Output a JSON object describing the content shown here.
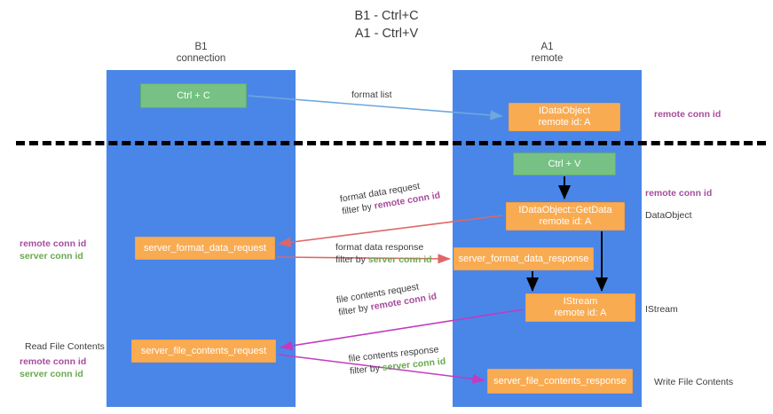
{
  "title": {
    "line1": "B1 - Ctrl+C",
    "line2": "A1 - Ctrl+V"
  },
  "lanes": [
    {
      "id": "left",
      "name": "B1",
      "role": "connection",
      "color": "#4a86e8"
    },
    {
      "id": "right",
      "name": "A1",
      "role": "remote",
      "color": "#4a86e8"
    }
  ],
  "divider": {
    "style": "dashed",
    "color": "#000000"
  },
  "nodes": {
    "ctrl_c": {
      "line1": "Ctrl + C",
      "line2": "",
      "color": "#76c183"
    },
    "idataobject": {
      "line1": "IDataObject",
      "line2": "remote id: A",
      "color": "#f9ab52"
    },
    "ctrl_v": {
      "line1": "Ctrl + V",
      "line2": "",
      "color": "#76c183"
    },
    "getdata": {
      "line1": "IDataObject::GetData",
      "line2": "remote id: A",
      "color": "#f9ab52"
    },
    "format_req": {
      "line1": "server_format_data_request",
      "line2": "",
      "color": "#f9ab52"
    },
    "format_resp": {
      "line1": "server_format_data_response",
      "line2": "",
      "color": "#f9ab52"
    },
    "istream": {
      "line1": "IStream",
      "line2": "remote id: A",
      "color": "#f9ab52"
    },
    "file_req": {
      "line1": "server_file_contents_request",
      "line2": "",
      "color": "#f9ab52"
    },
    "file_resp": {
      "line1": "server_file_contents_response",
      "line2": "",
      "color": "#f9ab52"
    }
  },
  "edge_labels": {
    "format_list": {
      "line1": "format list",
      "line2": "",
      "key2": ""
    },
    "format_data_req": {
      "line1": "format data request",
      "line2": "filter by ",
      "key2": "remote conn id",
      "key_color": "#a64d9c"
    },
    "format_data_resp": {
      "line1": "format data response",
      "line2": "filter by ",
      "key2": "server conn id",
      "key_color": "#6aa84f"
    },
    "file_contents_req": {
      "line1": "file contents request",
      "line2": "filter by ",
      "key2": "remote conn id",
      "key_color": "#a64d9c"
    },
    "file_contents_resp": {
      "line1": "file contents response",
      "line2": "filter by ",
      "key2": "server conn id",
      "key_color": "#6aa84f"
    }
  },
  "annotations": {
    "remote_conn_top": "remote conn id",
    "remote_conn_mid": "remote conn id",
    "dataobject": "DataObject",
    "istream": "IStream",
    "write_file": "Write File Contents",
    "read_file": "Read File Contents",
    "left_remote_mid": "remote conn id",
    "left_server_mid": "server conn id",
    "left_remote_bot": "remote conn id",
    "left_server_bot": "server conn id"
  },
  "arrow_colors": {
    "format_list": "#6fa8dc",
    "format_data": "#e06666",
    "file_contents": "#c23bbf",
    "internal": "#000000"
  }
}
